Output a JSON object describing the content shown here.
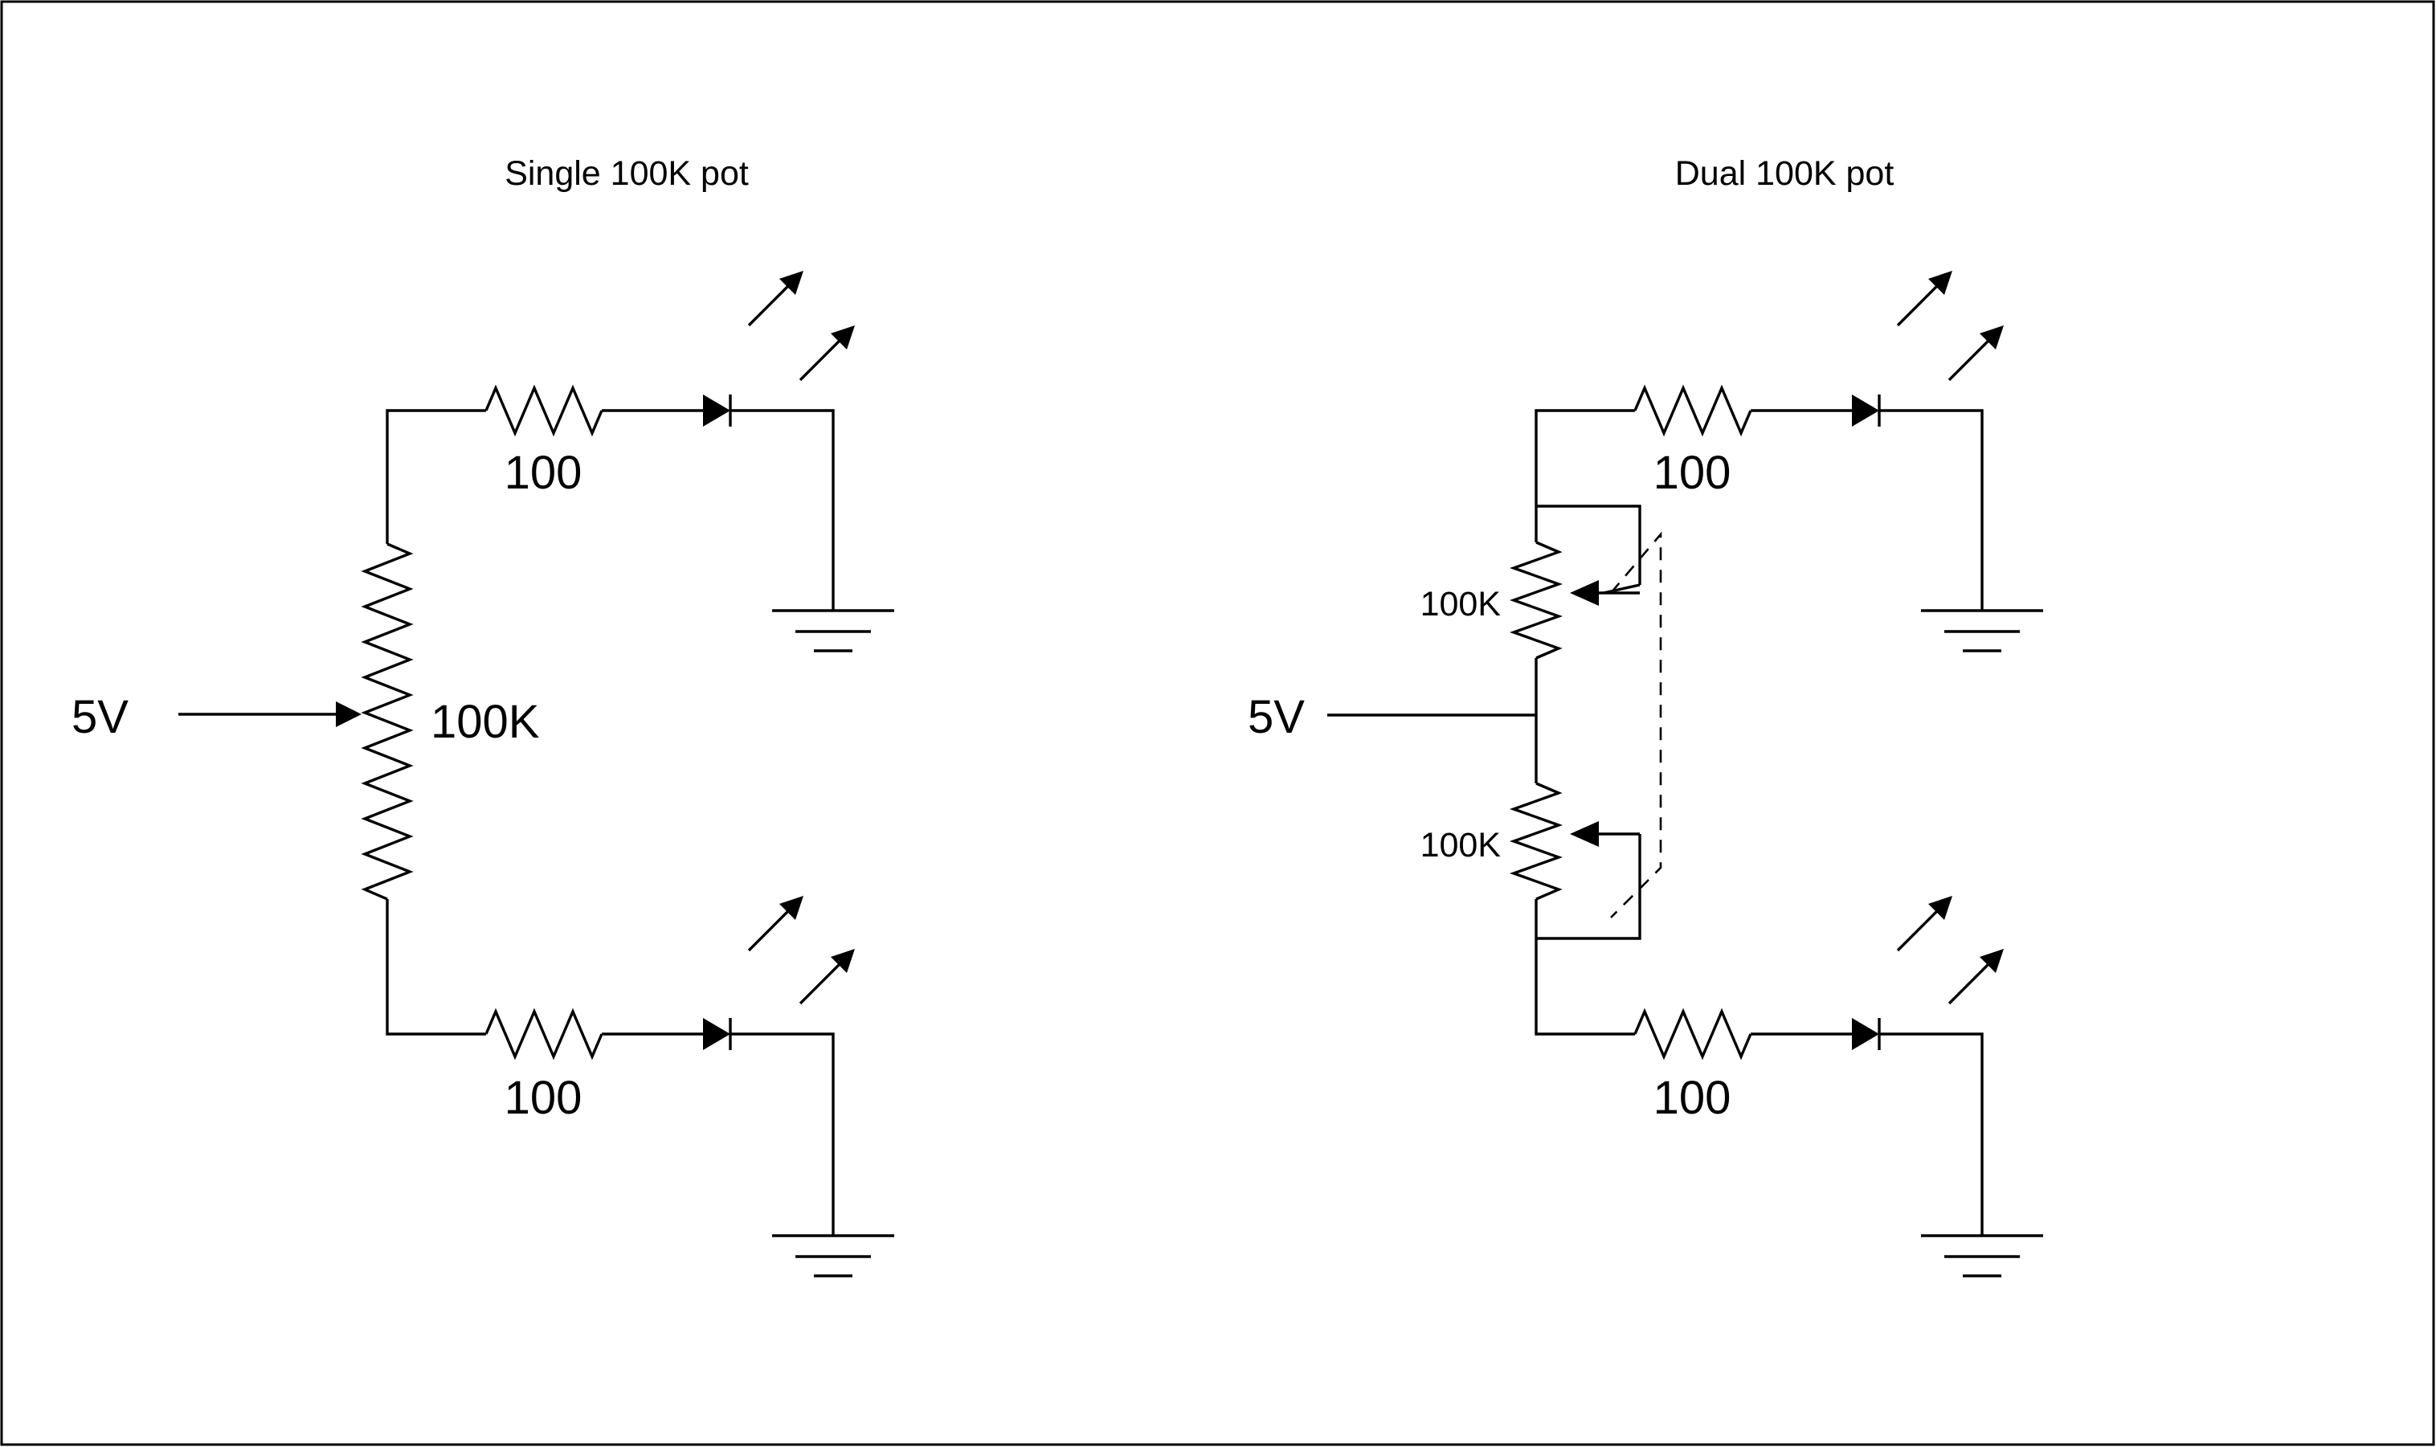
{
  "left": {
    "title": "Single 100K pot",
    "supply_label": "5V",
    "pot_label": "100K",
    "resistor_top_label": "100",
    "resistor_bottom_label": "100"
  },
  "right": {
    "title": "Dual 100K pot",
    "supply_label": "5V",
    "pot_top_label": "100K",
    "pot_bottom_label": "100K",
    "resistor_top_label": "100",
    "resistor_bottom_label": "100"
  }
}
